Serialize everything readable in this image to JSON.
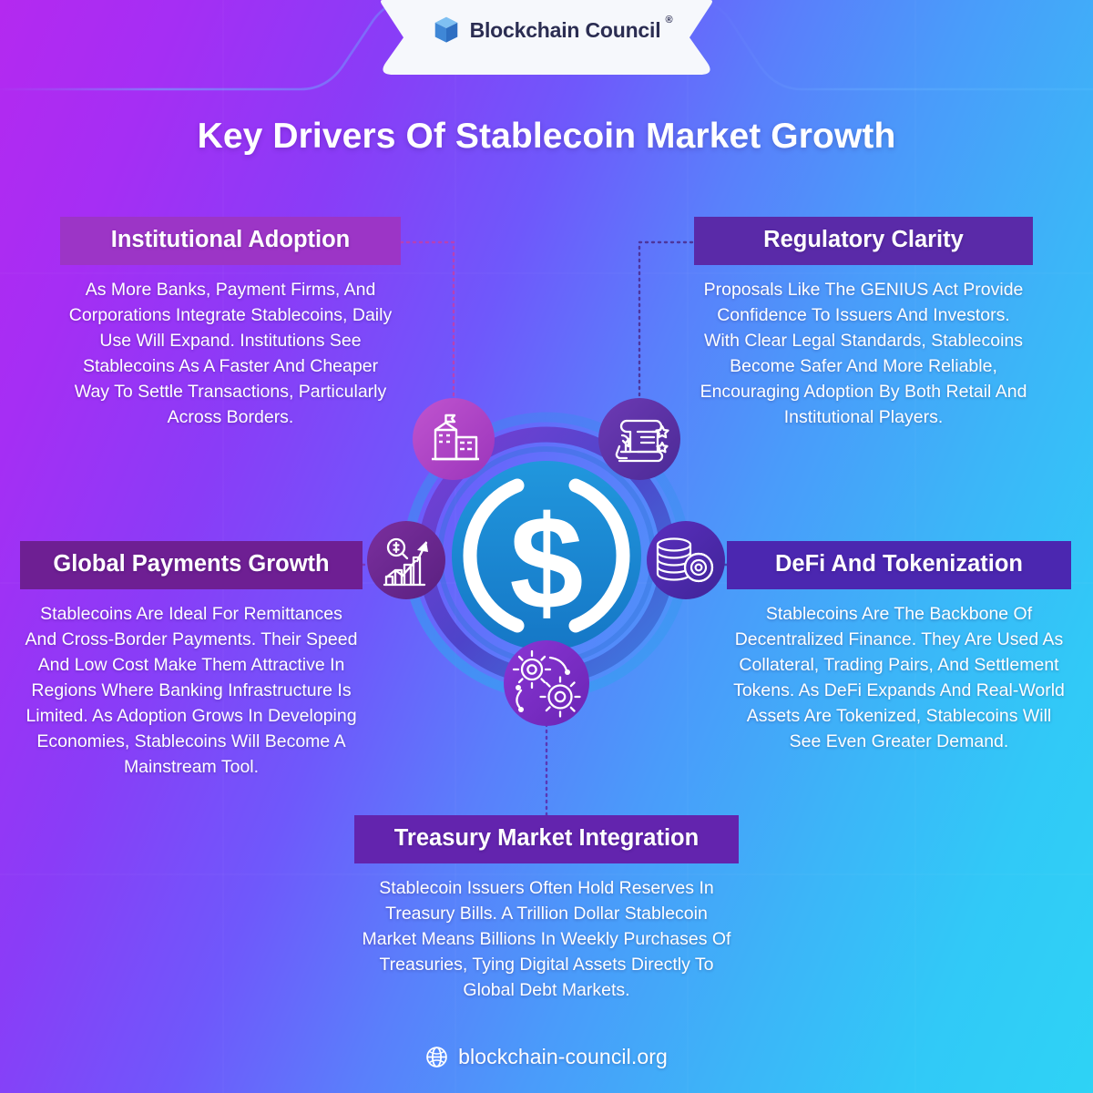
{
  "header": {
    "brand_name": "Blockchain Council",
    "brand_mark": "®",
    "logo_icon": "cube-icon"
  },
  "title": "Key Drivers Of Stablecoin Market Growth",
  "panels": [
    {
      "id": "institutional",
      "heading": "Institutional Adoption",
      "body": "As More Banks, Payment Firms, And Corporations Integrate Stablecoins, Daily Use Will Expand. Institutions See Stablecoins As A Faster And Cheaper Way To Settle Transactions, Particularly Across Borders.",
      "heading_bg": "#9c35c6",
      "icon": "bank-building-icon"
    },
    {
      "id": "regulatory",
      "heading": "Regulatory Clarity",
      "body": "Proposals Like The GENIUS Act Provide Confidence To Issuers And Investors. With Clear Legal Standards, Stablecoins Become Safer And More Reliable, Encouraging Adoption By Both Retail And Institutional Players.",
      "heading_bg": "#5a2aa8",
      "icon": "legal-document-icon"
    },
    {
      "id": "global",
      "heading": "Global Payments Growth",
      "body": "Stablecoins Are Ideal For Remittances And Cross-Border Payments. Their Speed And Low Cost Make Them Attractive In Regions Where Banking Infrastructure Is Limited. As Adoption Grows In Developing Economies, Stablecoins Will Become A Mainstream Tool.",
      "heading_bg": "#6e1f93",
      "icon": "growth-chart-icon"
    },
    {
      "id": "defi",
      "heading": "DeFi And Tokenization",
      "body": "Stablecoins Are The Backbone Of Decentralized Finance. They Are Used As Collateral, Trading Pairs, And Settlement Tokens. As DeFi Expands And Real-World Assets Are Tokenized, Stablecoins Will See Even Greater Demand.",
      "heading_bg": "#4b27b0",
      "icon": "coin-stack-icon"
    },
    {
      "id": "treasury",
      "heading": "Treasury Market Integration",
      "body": "Stablecoin Issuers Often Hold Reserves In Treasury Bills. A Trillion Dollar Stablecoin Market Means Billions In Weekly Purchases Of Treasuries, Tying Digital Assets Directly To Global Debt Markets.",
      "heading_bg": "#6324ae",
      "icon": "gears-icon"
    }
  ],
  "center": {
    "icon": "dollar-coin-icon",
    "coin_fill": "#1d8fd6",
    "symbol": "$"
  },
  "footer": {
    "url": "blockchain-council.org",
    "icon": "globe-icon"
  },
  "theme": {
    "gradient_start": "#b429f0",
    "gradient_mid": "#5a7ffb",
    "gradient_end": "#2ed3f5",
    "text_color": "#ffffff"
  }
}
